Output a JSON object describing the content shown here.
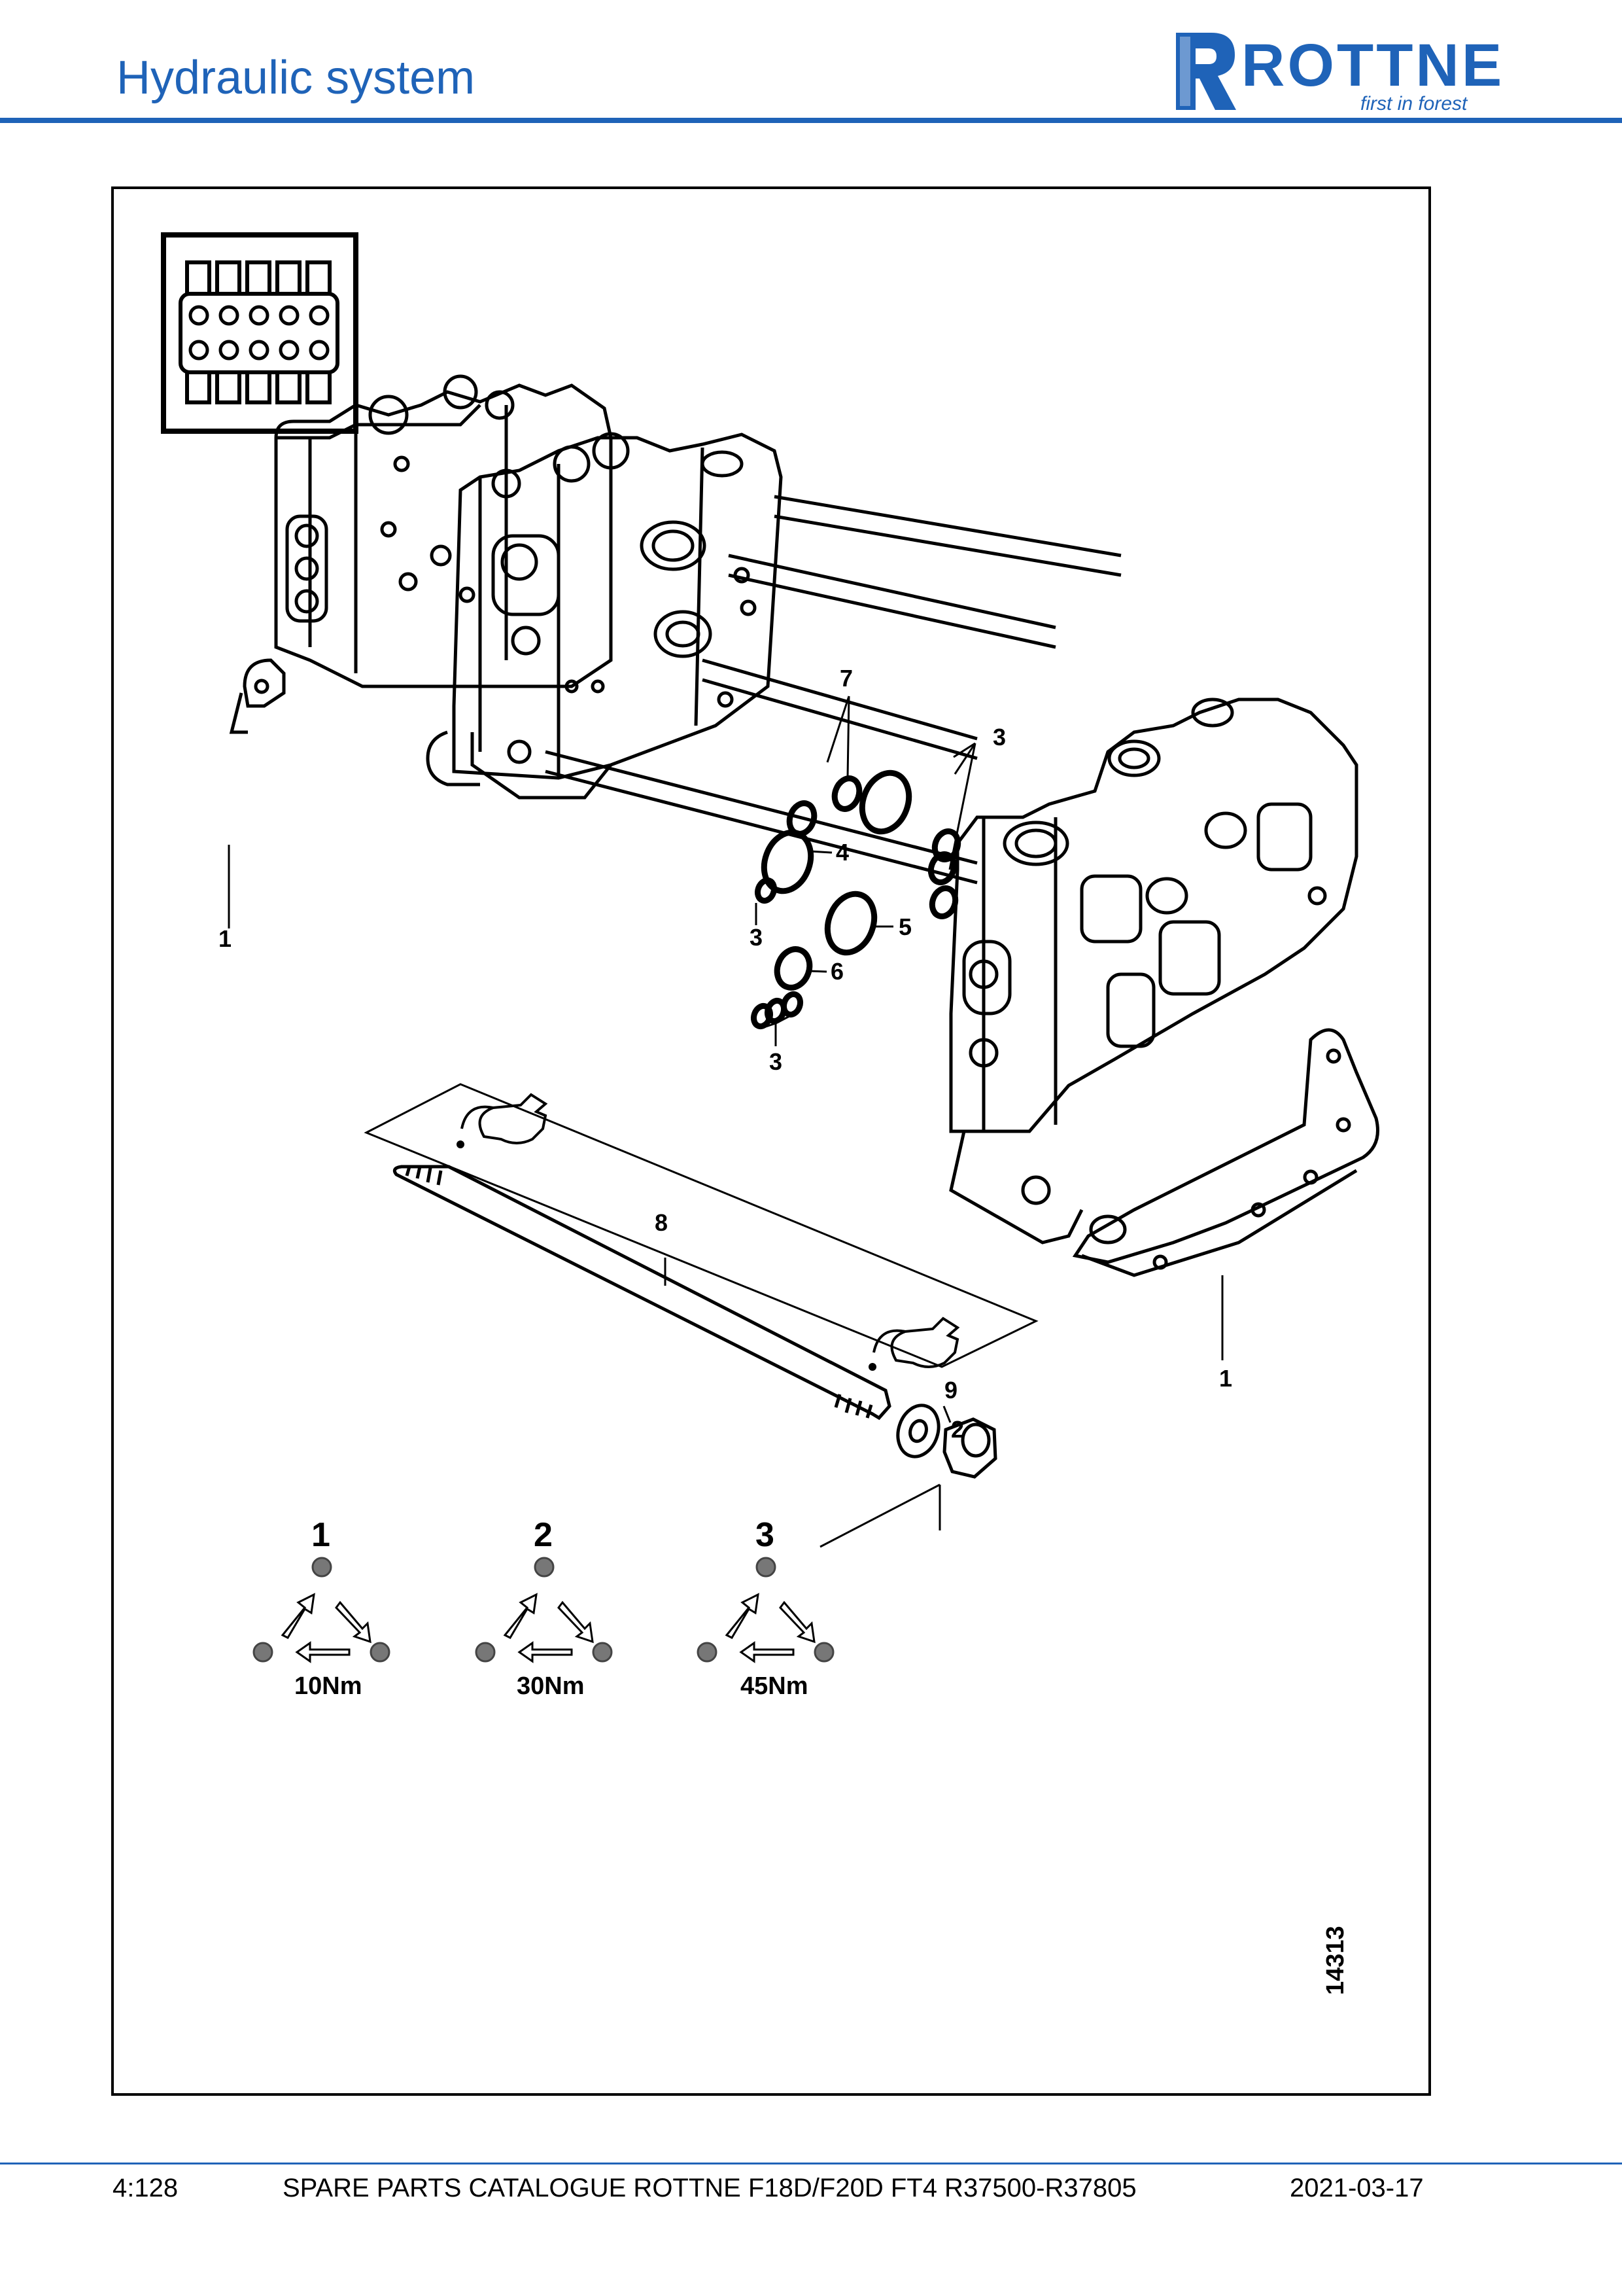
{
  "header": {
    "title": "Hydraulic system",
    "brand_color": "#1f63b8"
  },
  "logo": {
    "name": "ROTTNE",
    "tagline": "first in forest"
  },
  "callouts": [
    "1",
    "1",
    "2",
    "3",
    "3",
    "3",
    "4",
    "5",
    "6",
    "7",
    "8",
    "9"
  ],
  "tightening_sequence": [
    {
      "step": "1",
      "torque": "10Nm"
    },
    {
      "step": "2",
      "torque": "30Nm"
    },
    {
      "step": "3",
      "torque": "45Nm"
    }
  ],
  "drawing_number": "14313",
  "footer": {
    "page": "4:128",
    "title": "SPARE PARTS CATALOGUE ROTTNE F18D/F20D FT4 R37500-R37805",
    "date": "2021-03-17"
  }
}
